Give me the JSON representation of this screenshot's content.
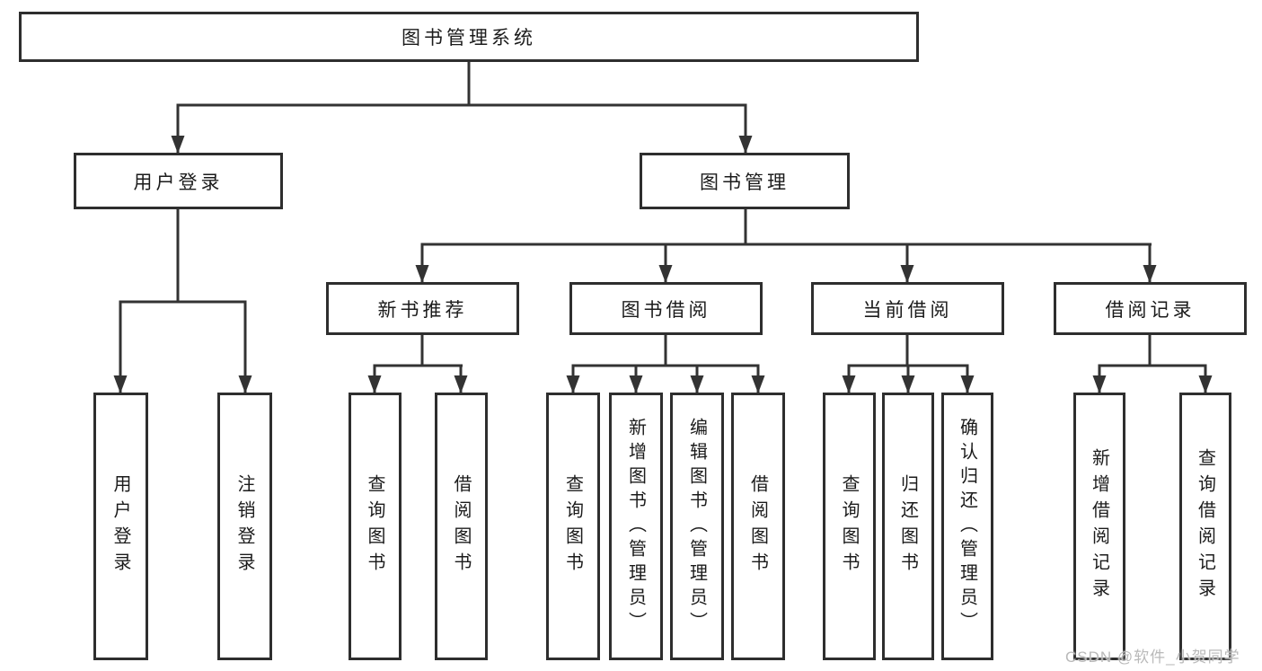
{
  "diagram": {
    "title": "图书管理系统",
    "watermark": "CSDN @软件_小贺同学",
    "colors": {
      "line": "#333333",
      "box_border": "#2e2e2e",
      "text": "#1b1b1b",
      "watermark": "#b9b9b9",
      "background": "#ffffff"
    },
    "nodes": {
      "root": {
        "label": "图书管理系统"
      },
      "user_login": {
        "label": "用户登录"
      },
      "book_mgmt": {
        "label": "图书管理"
      },
      "new_book_rec": {
        "label": "新书推荐"
      },
      "book_borrow": {
        "label": "图书借阅"
      },
      "current_borrow": {
        "label": "当前借阅"
      },
      "borrow_record": {
        "label": "借阅记录"
      },
      "leaf_user_login": {
        "label": "用户登录"
      },
      "leaf_logout": {
        "label": "注销登录"
      },
      "leaf_query_book_1": {
        "label": "查询图书"
      },
      "leaf_borrow_book_1": {
        "label": "借阅图书"
      },
      "leaf_query_book_2": {
        "label": "查询图书"
      },
      "leaf_add_book": {
        "label": "新增图书（管理员）"
      },
      "leaf_edit_book": {
        "label": "编辑图书（管理员）"
      },
      "leaf_borrow_book_2": {
        "label": "借阅图书"
      },
      "leaf_query_book_3": {
        "label": "查询图书"
      },
      "leaf_return_book": {
        "label": "归还图书"
      },
      "leaf_confirm_return": {
        "label": "确认归还（管理员）"
      },
      "leaf_add_record": {
        "label": "新增借阅记录"
      },
      "leaf_query_record": {
        "label": "查询借阅记录"
      }
    },
    "structure": {
      "label": "图书管理系统",
      "children": [
        {
          "label": "用户登录",
          "children": [
            {
              "label": "用户登录"
            },
            {
              "label": "注销登录"
            }
          ]
        },
        {
          "label": "图书管理",
          "children": [
            {
              "label": "新书推荐",
              "children": [
                {
                  "label": "查询图书"
                },
                {
                  "label": "借阅图书"
                }
              ]
            },
            {
              "label": "图书借阅",
              "children": [
                {
                  "label": "查询图书"
                },
                {
                  "label": "新增图书（管理员）"
                },
                {
                  "label": "编辑图书（管理员）"
                },
                {
                  "label": "借阅图书"
                }
              ]
            },
            {
              "label": "当前借阅",
              "children": [
                {
                  "label": "查询图书"
                },
                {
                  "label": "归还图书"
                },
                {
                  "label": "确认归还（管理员）"
                }
              ]
            },
            {
              "label": "借阅记录",
              "children": [
                {
                  "label": "新增借阅记录"
                },
                {
                  "label": "查询借阅记录"
                }
              ]
            }
          ]
        }
      ]
    }
  }
}
